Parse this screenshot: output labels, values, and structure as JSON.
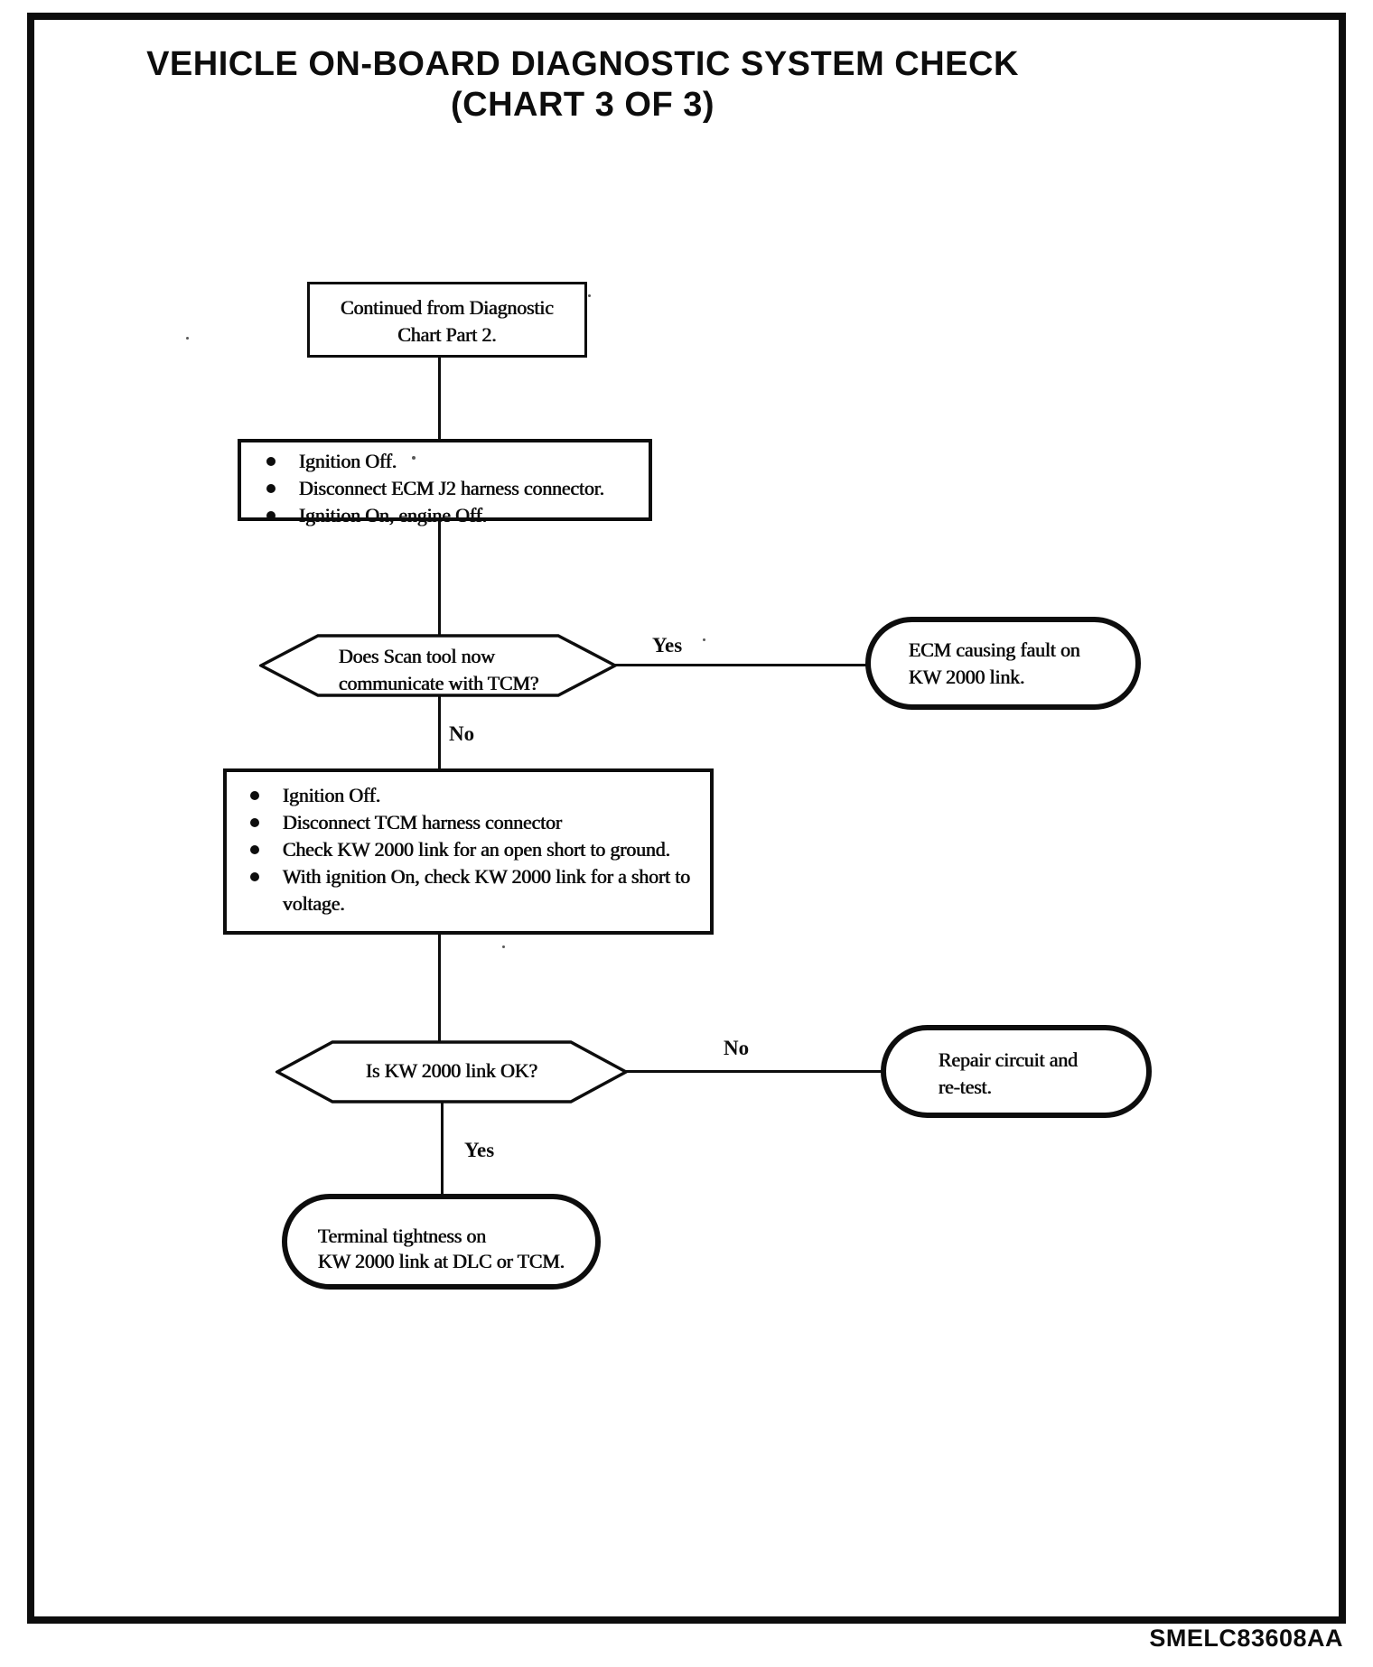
{
  "style": {
    "ink": "#0d0d0d",
    "paper": "#ffffff"
  },
  "title": {
    "line1": "VEHICLE ON-BOARD DIAGNOSTIC SYSTEM CHECK",
    "line2": "(CHART 3 OF 3)"
  },
  "figure_code": "SMELC83608AA",
  "flowchart": {
    "start_box": {
      "line1": "Continued from Diagnostic",
      "line2": "Chart Part 2."
    },
    "step1": {
      "items": [
        "Ignition Off.",
        "Disconnect ECM J2 harness connector.",
        "Ignition On, engine Off."
      ]
    },
    "decision1": {
      "line1": "Does Scan tool now",
      "line2": "communicate with TCM?",
      "yes_label": "Yes",
      "no_label": "No"
    },
    "terminal_ecm": {
      "line1": "ECM causing fault on",
      "line2": "KW 2000 link."
    },
    "step2": {
      "items": [
        "Ignition Off.",
        "Disconnect TCM harness connector",
        "Check KW 2000 link for an open short to ground.",
        "With ignition On, check KW 2000 link for a short to voltage."
      ]
    },
    "decision2": {
      "line1": "Is KW 2000 link OK?",
      "yes_label": "Yes",
      "no_label": "No"
    },
    "terminal_repair": {
      "line1": "Repair circuit and",
      "line2": "re-test."
    },
    "terminal_final": {
      "line1": "Terminal tightness on",
      "line2": "KW 2000 link at DLC or TCM."
    }
  }
}
